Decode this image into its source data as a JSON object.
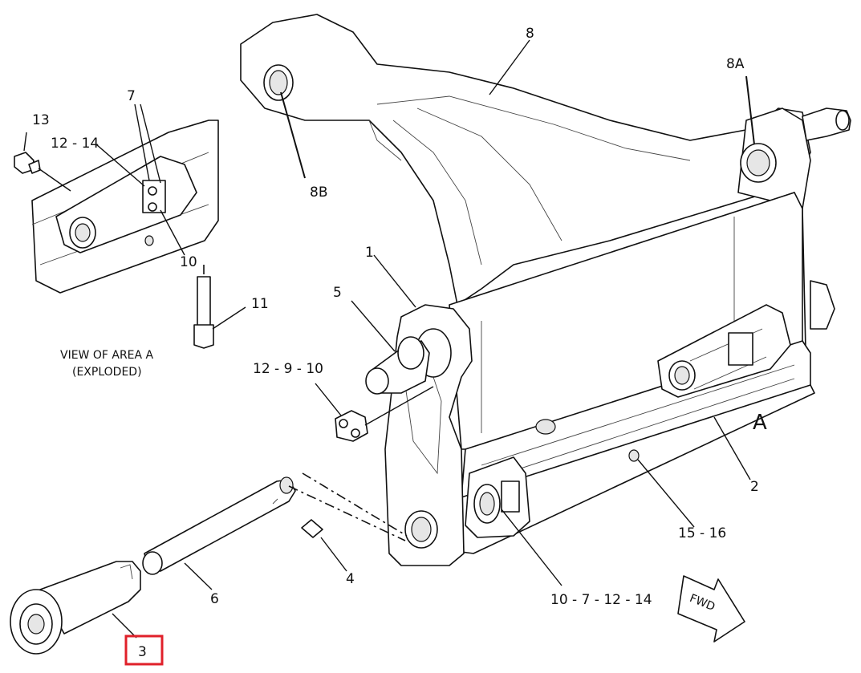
{
  "callouts": {
    "c1": "1",
    "c2": "2",
    "c3": "3",
    "c4": "4",
    "c5": "5",
    "c6": "6",
    "c7": "7",
    "c8": "8",
    "c8a": "8A",
    "c8b": "8B",
    "c10": "10",
    "c11": "11",
    "c13": "13",
    "c12_14": "12 - 14",
    "c12_9_10": "12 - 9 - 10",
    "c15_16": "15 - 16",
    "c10_7_12_14": "10 - 7 - 12 - 14",
    "area": "A"
  },
  "view_caption": {
    "line1": "VIEW OF AREA A",
    "line2": "(EXPLODED)"
  },
  "fwd_label": "FWD",
  "highlight_color": "#e0202a"
}
